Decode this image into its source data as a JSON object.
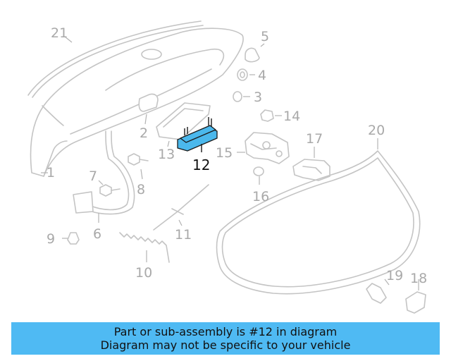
{
  "diagram": {
    "labels": [
      "1",
      "2",
      "4",
      "5",
      "6",
      "7",
      "8",
      "9",
      "10",
      "11",
      "12",
      "13",
      "14",
      "15",
      "16",
      "17",
      "18",
      "19",
      "20",
      "21",
      "3"
    ],
    "highlighted_part": "12",
    "colors": {
      "highlight": "#4bb8ec",
      "banner": "#4fbaf3",
      "part_stroke": "#c4c4c4",
      "label": "#a9a9a9"
    }
  },
  "banner": {
    "line1": "Part or sub-assembly is #12 in diagram",
    "line2": "Diagram may not be specific to your vehicle"
  }
}
